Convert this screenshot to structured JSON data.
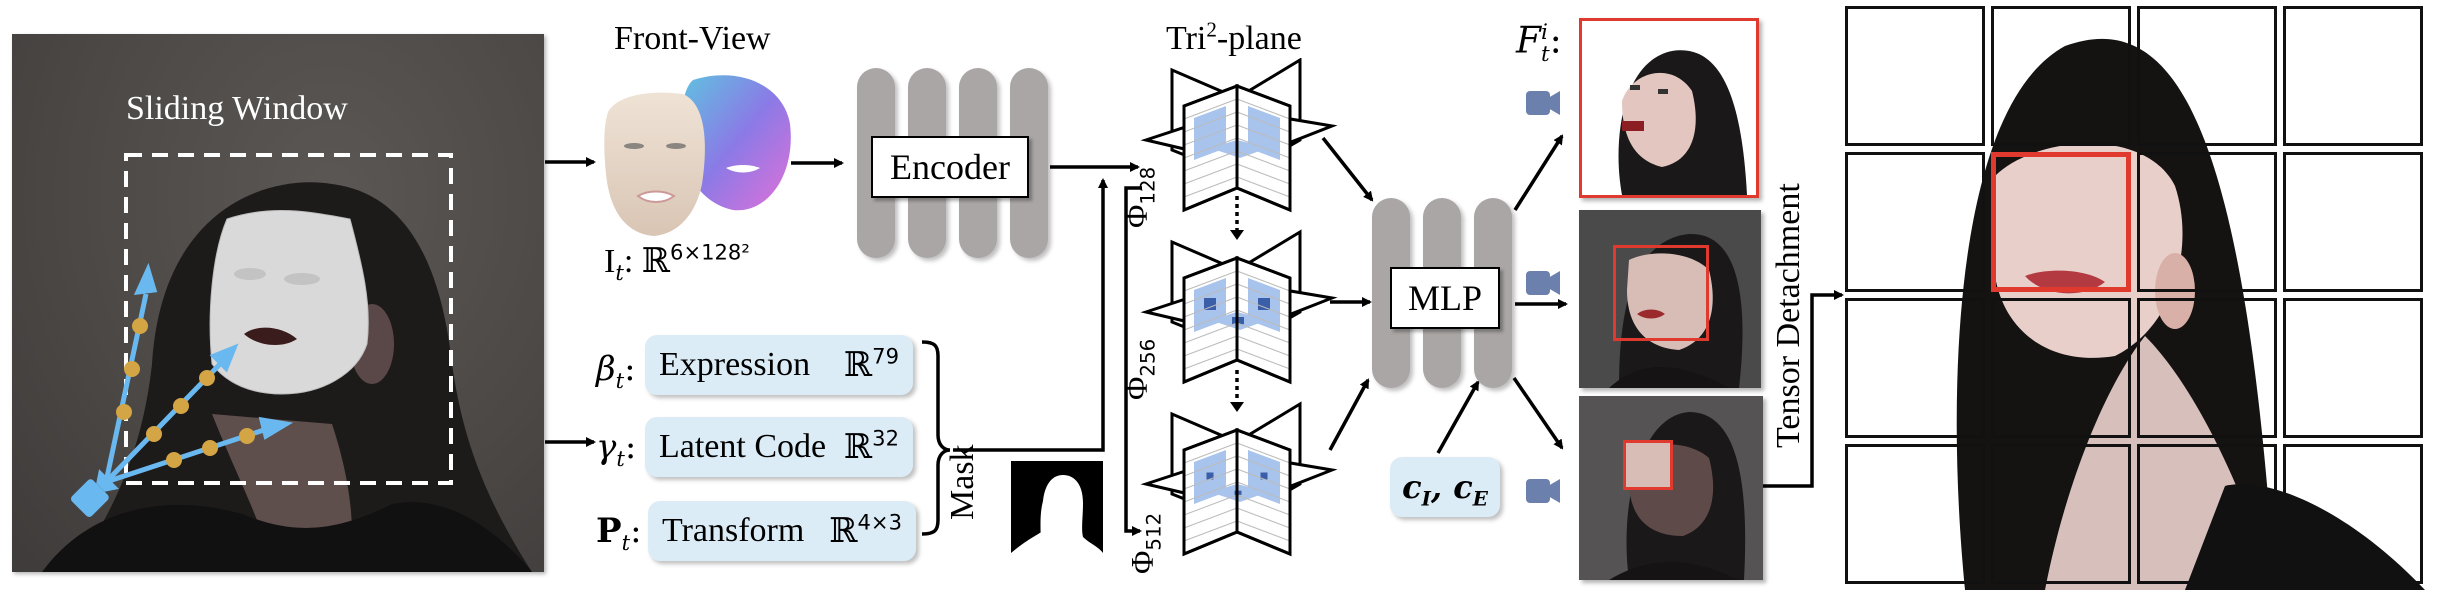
{
  "figure": {
    "input_panel": {
      "label": "Sliding Window",
      "description": "portrait with 3D face mesh overlay and camera trajectories"
    },
    "front_view": {
      "title": "Front-View",
      "symbol": "I",
      "symbol_sub": "t",
      "space": "ℝ",
      "space_sup": "6×128²"
    },
    "encoder": {
      "label": "Encoder"
    },
    "features": [
      {
        "symbol": "β",
        "sub": "t",
        "name": "Expression",
        "space": "ℝ",
        "sup": "79"
      },
      {
        "symbol": "γ",
        "sub": "t",
        "name": "Latent Code",
        "space": "ℝ",
        "sup": "32"
      },
      {
        "symbol": "P",
        "sub": "t",
        "name": "Transform",
        "space": "ℝ",
        "sup": "4×3"
      }
    ],
    "mask": {
      "label": "Mask"
    },
    "triplane": {
      "title_main": "Tri",
      "title_sup": "2",
      "title_rest": "-plane",
      "levels": [
        {
          "symbol": "Φ",
          "sub": "128"
        },
        {
          "symbol": "Φ",
          "sub": "256"
        },
        {
          "symbol": "Φ",
          "sub": "512"
        }
      ]
    },
    "mlp": {
      "label": "MLP"
    },
    "conditions": {
      "c1": "c",
      "c1_sub": "I",
      "sep": ", ",
      "c2": "c",
      "c2_sub": "E"
    },
    "output": {
      "symbol": "F",
      "sub": "t",
      "sup": "i",
      "colon": ":"
    },
    "tensor_detachment": {
      "label": "Tensor Detachment"
    },
    "grid": {
      "rows": 4,
      "cols": 4,
      "highlight_row": 1,
      "highlight_col": 1
    },
    "colors": {
      "highlight": "#e03a2e",
      "feature_box": "#dcecf6",
      "pillar": "#aaa6a5",
      "camera": "#6b80ad",
      "trajectory": "#6ab8f0",
      "keypoint": "#d4a545",
      "plane_fill": "#a9c4ec",
      "plane_dark": "#3b5ea8"
    }
  }
}
